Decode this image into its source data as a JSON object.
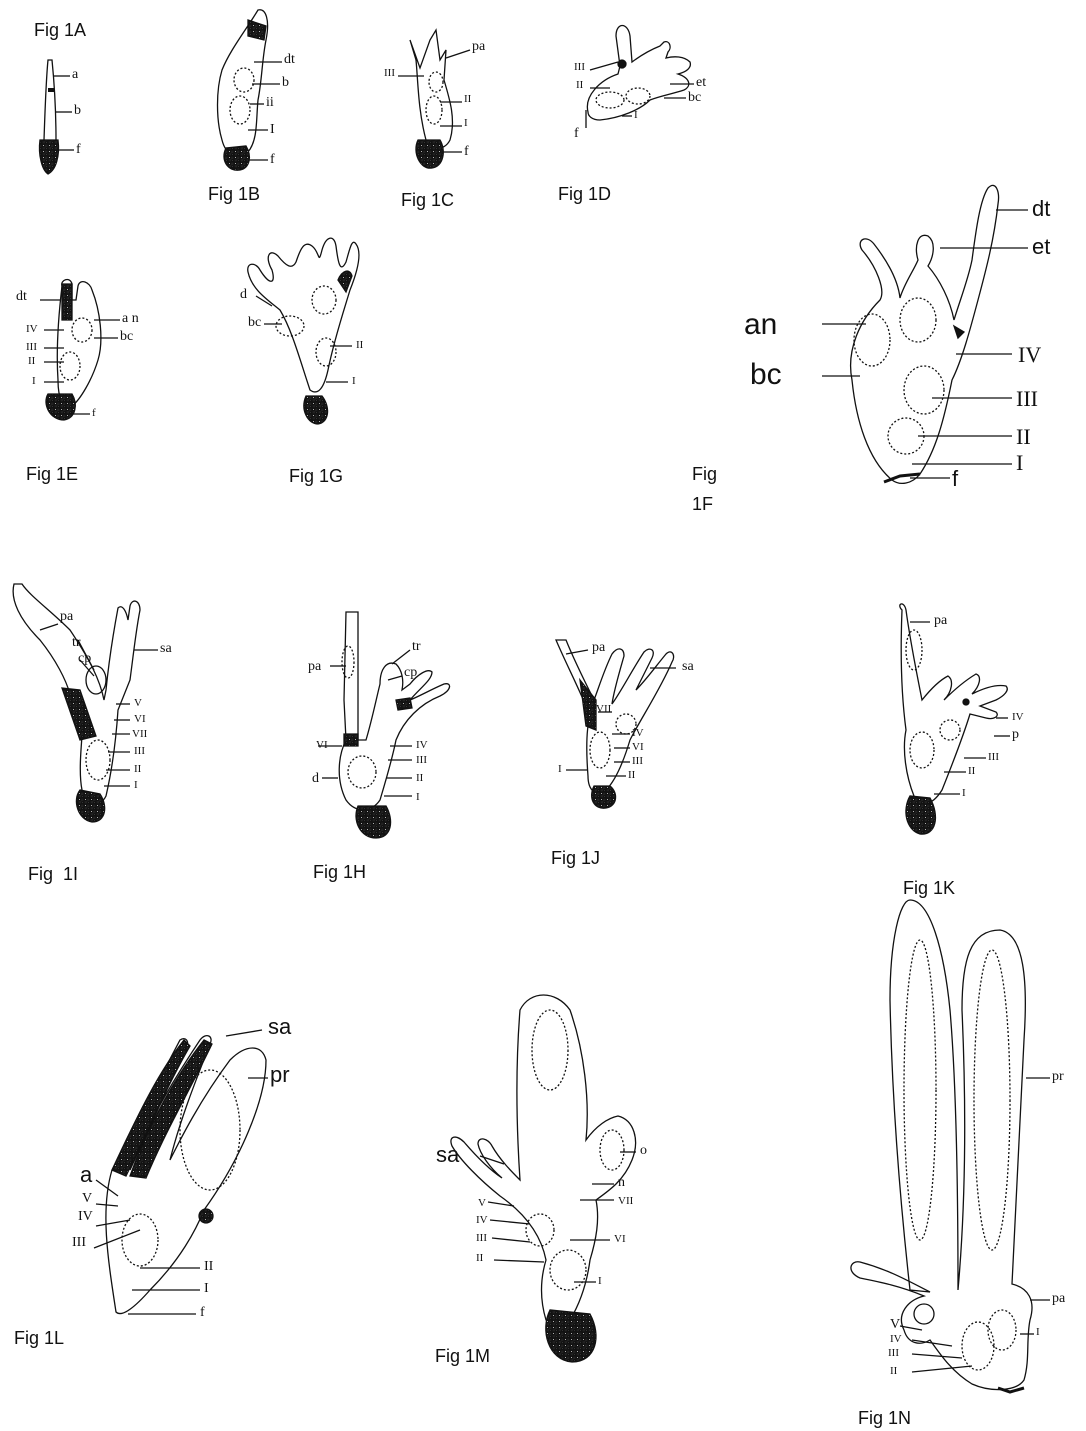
{
  "captions": {
    "fig_1a": "Fig 1A",
    "fig_1b": "Fig 1B",
    "fig_1c": "Fig 1C",
    "fig_1d": "Fig 1D",
    "fig_1e": "Fig 1E",
    "fig_1g": "Fig 1G",
    "fig_1f_line1": "Fig",
    "fig_1f_line2": "1F",
    "fig_1i": "Fig  1I",
    "fig_1h": "Fig 1H",
    "fig_1j": "Fig 1J",
    "fig_1k": "Fig 1K",
    "fig_1l": "Fig 1L",
    "fig_1m": "Fig 1M",
    "fig_1n": "Fig 1N"
  },
  "labels": {
    "a1": "a",
    "a2": "b",
    "a3": "f",
    "b1": "dt",
    "b2": "b",
    "b3": "ii",
    "b4": "I",
    "b5": "f",
    "c1": "pa",
    "c2": "III",
    "c3": "II",
    "c4": "I",
    "c5": "f",
    "d1": "III",
    "d2": "II",
    "d3": "et",
    "d4": "bc",
    "d5": "I",
    "d6": "f",
    "e1": "dt",
    "e2": "a n",
    "e3": "bc",
    "e4": "IV",
    "e5": "III",
    "e6": "II",
    "e7": "I",
    "e8": "f",
    "g1": "d",
    "g2": "bc",
    "g3": "II",
    "g4": "I",
    "f1": "dt",
    "f2": "et",
    "f3": "an",
    "f4": "bc",
    "f5": "IV",
    "f6": "III",
    "f7": "II",
    "f8": "I",
    "f9": "f",
    "i1": "pa",
    "i2": "tr",
    "i3": "cp",
    "i4": "sa",
    "i5": "V",
    "i6": "VI",
    "i7": "VII",
    "i8": "III",
    "i9": "II",
    "i10": "I",
    "h1": "pa",
    "h2": "tr",
    "h3": "cp",
    "h4": "VI",
    "h5": "IV",
    "h6": "III",
    "h7": "II",
    "h8": "d",
    "h9": "I",
    "j1": "pa",
    "j2": "sa",
    "j3": "VII",
    "j4": "IV",
    "j5": "VI",
    "j6": "III",
    "j7": "II",
    "j8": "I",
    "k1": "pa",
    "k2": "IV",
    "k3": "p",
    "k4": "III",
    "k5": "II",
    "k6": "I",
    "l1": "sa",
    "l2": "pr",
    "l3": "a",
    "l4": "V",
    "l5": "IV",
    "l6": "III",
    "l7": "II",
    "l8": "I",
    "l9": "f",
    "m1": "sa",
    "m2": "o",
    "m3": "n",
    "m4": "VII",
    "m5": "V",
    "m6": "IV",
    "m7": "III",
    "m8": "VI",
    "m9": "II",
    "m10": "I",
    "n1": "pr",
    "n2": "pa",
    "n3": "V",
    "n4": "IV",
    "n5": "III",
    "n6": "II",
    "n7": "I"
  }
}
